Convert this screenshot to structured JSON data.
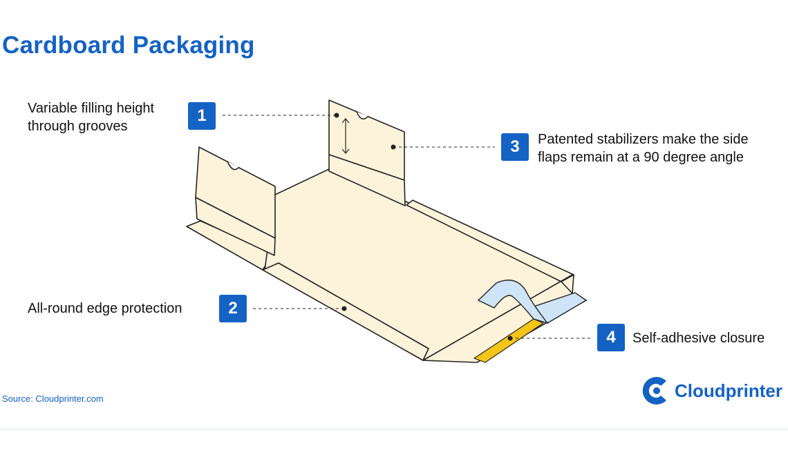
{
  "title": "Cardboard Packaging",
  "callouts": [
    {
      "number": "1",
      "text_lines": [
        "Variable filling height",
        "through grooves"
      ]
    },
    {
      "number": "2",
      "text_lines": [
        "All-round edge protection"
      ]
    },
    {
      "number": "3",
      "text_lines": [
        "Patented stabilizers make the side",
        "flaps remain at a 90 degree angle"
      ]
    },
    {
      "number": "4",
      "text_lines": [
        "Self-adhesive closure"
      ]
    }
  ],
  "source": "Source: Cloudprinter.com",
  "brand": {
    "name": "Cloudprinter",
    "icon": "cloudprinter-logo-icon"
  },
  "colors": {
    "accent": "#1462c4",
    "cardboard": "#fdf3da",
    "outline": "#222222",
    "adhesive_strip": "#f5c518",
    "release_liner": "#cfe4f7"
  }
}
